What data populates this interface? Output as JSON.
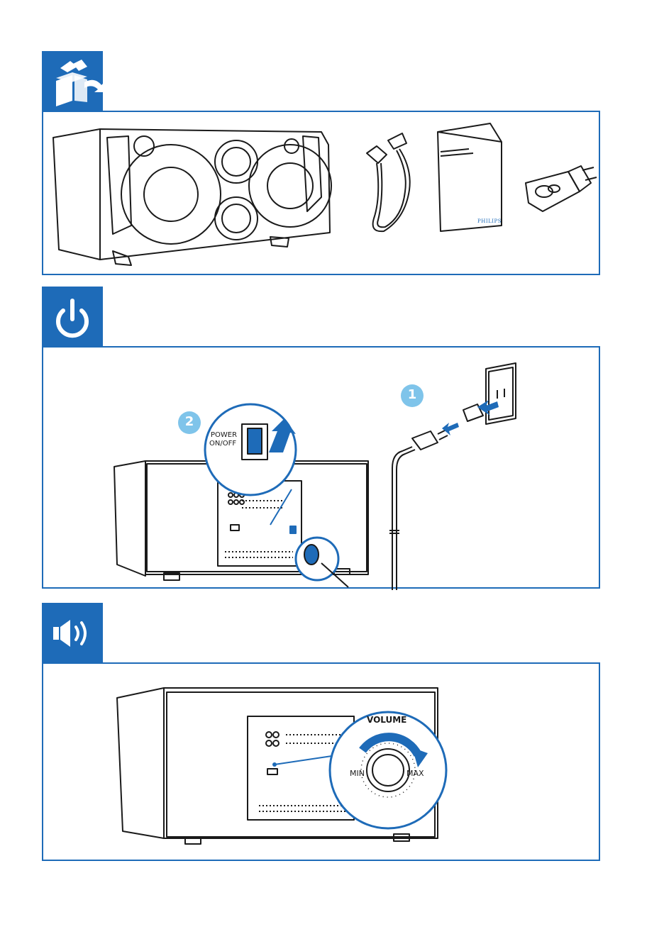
{
  "sections": [
    {
      "icon": "unpack-box-icon"
    },
    {
      "icon": "power-icon"
    },
    {
      "icon": "speaker-volume-icon"
    }
  ],
  "package": {
    "leaflet_brand": "PHILIPS"
  },
  "power": {
    "switch_label_line1": "POWER",
    "switch_label_line2": "ON/OFF",
    "step1": "1",
    "step2": "2"
  },
  "volume": {
    "title": "VOLUME",
    "min_label": "MIN",
    "max_label": "MAX"
  },
  "colors": {
    "accent": "#1e6bb8",
    "step_badge": "#7fc4ea",
    "line": "#1a1a1a"
  }
}
